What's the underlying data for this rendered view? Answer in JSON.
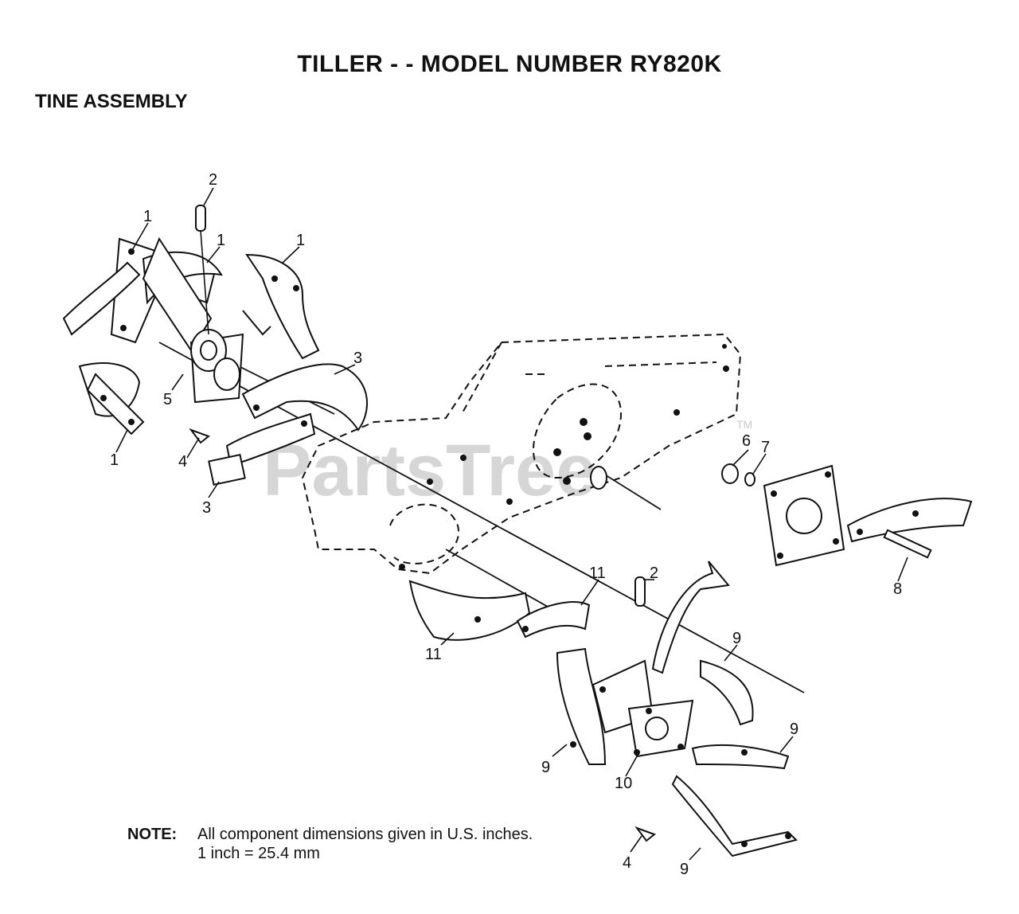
{
  "header": {
    "title": "TILLER - - MODEL NUMBER RY820K",
    "section": "TINE ASSEMBLY"
  },
  "note": {
    "label": "NOTE:",
    "line1": "All component dimensions given in U.S. inches.",
    "line2": "1 inch = 25.4 mm"
  },
  "watermark": {
    "text": "PartsTree",
    "trademark": "TM"
  },
  "callouts": [
    "1",
    "2",
    "1",
    "1",
    "3",
    "5",
    "4",
    "3",
    "1",
    "6",
    "7",
    "8",
    "11",
    "2",
    "11",
    "9",
    "9",
    "9",
    "10",
    "4",
    "9"
  ]
}
